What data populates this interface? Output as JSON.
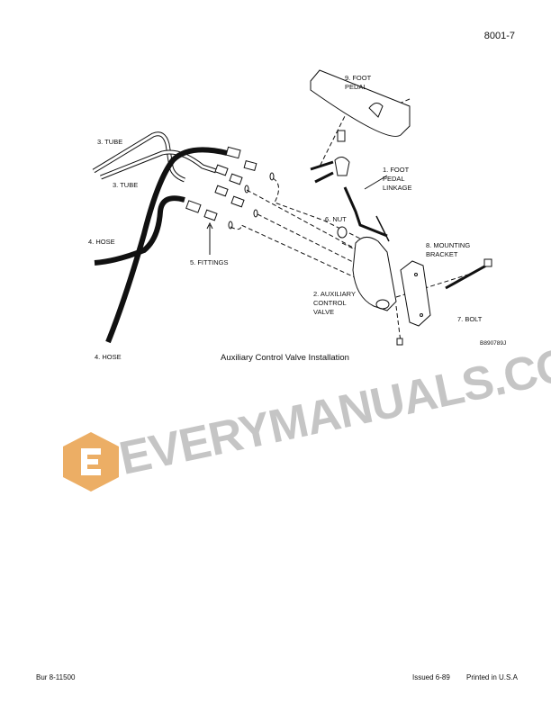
{
  "header": {
    "page_number": "8001-7"
  },
  "figure": {
    "caption": "Auxiliary Control Valve Installation",
    "code": "B890789J",
    "labels": {
      "foot_pedal": "9. FOOT\nPEDAL",
      "tube_upper": "3. TUBE",
      "tube_lower": "3. TUBE",
      "foot_pedal_linkage": "1. FOOT\nPEDAL\nLINKAGE",
      "nut": "6. NUT",
      "hose_upper": "4. HOSE",
      "fittings": "5. FITTINGS",
      "mounting_bracket": "8. MOUNTING\nBRACKET",
      "auxiliary_control_valve": "2. AUXILIARY\nCONTROL\nVALVE",
      "bolt": "7. BOLT",
      "hose_lower": "4. HOSE"
    }
  },
  "watermark": {
    "text": "EVERYMANUALS.COM",
    "logo_letter": "E",
    "logo_color": "#e9a04a"
  },
  "footer": {
    "left": "Bur 8-11500",
    "issued": "Issued 6-89",
    "printed": "Printed in U.S.A"
  }
}
